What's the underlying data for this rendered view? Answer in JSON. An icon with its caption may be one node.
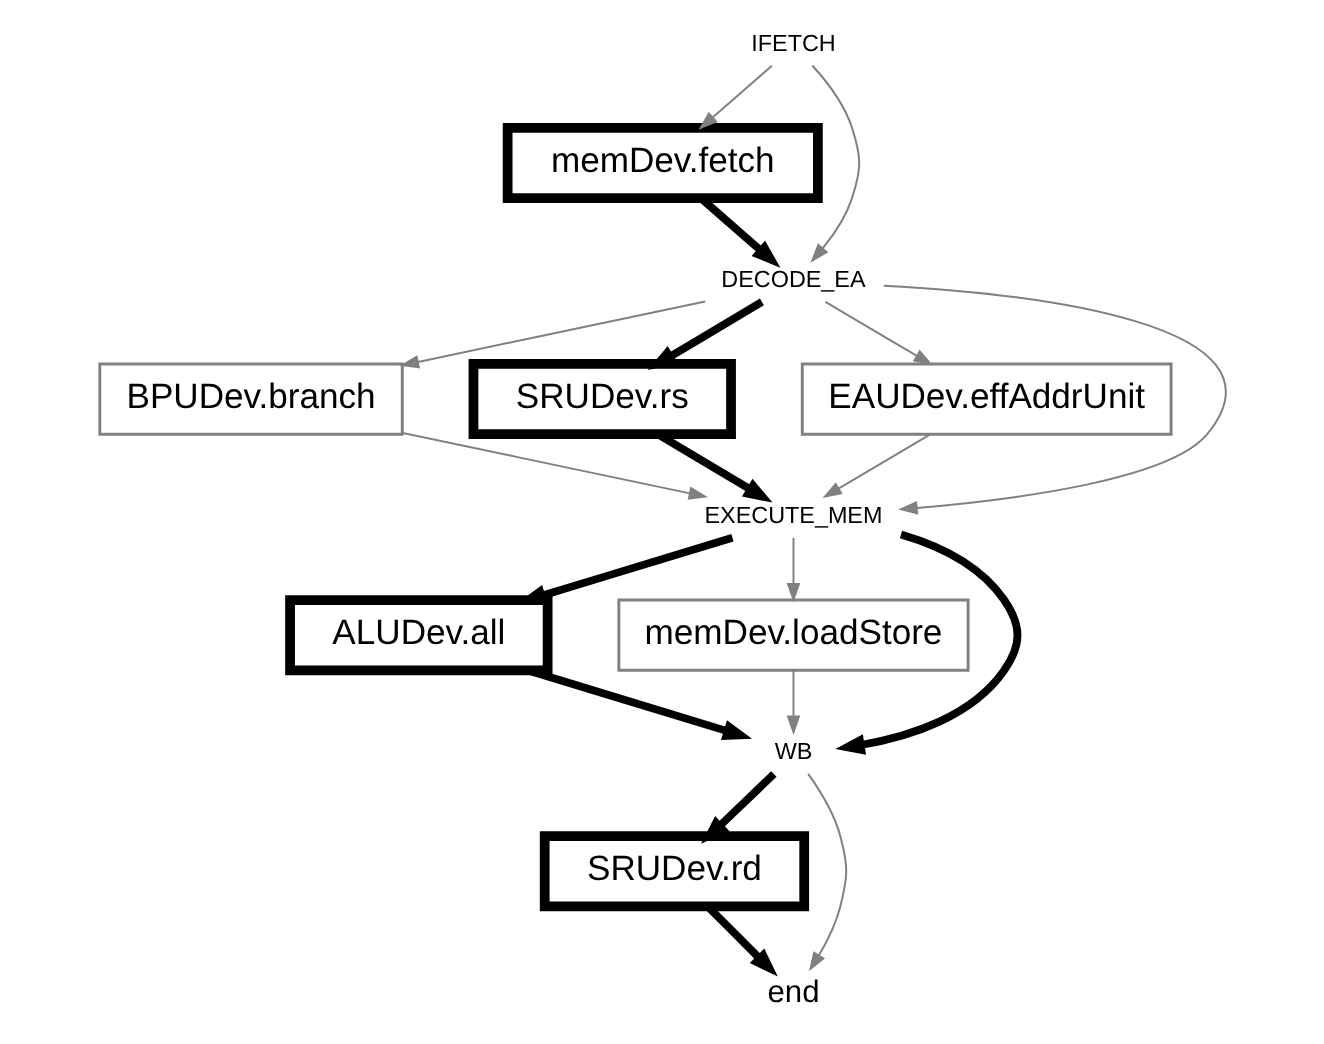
{
  "diagram": {
    "nodes": [
      {
        "text": [
          "IFETCH"
        ]
      },
      {
        "text": [
          "memDev.fetch"
        ]
      },
      {
        "text": [
          "DECODE_EA"
        ]
      },
      {
        "text": [
          "BPUDev.branch"
        ]
      },
      {
        "text": [
          "SRUDev.rs"
        ]
      },
      {
        "text": [
          "EAUDev.effAddrUnit"
        ]
      },
      {
        "text": [
          "EXECUTE_MEM"
        ]
      },
      {
        "text": [
          "ALUDev.all"
        ]
      },
      {
        "text": [
          "memDev.loadStore"
        ]
      },
      {
        "text": [
          "WB"
        ]
      },
      {
        "text": [
          "SRUDev.rd"
        ]
      },
      {
        "text": [
          "end"
        ]
      }
    ],
    "edges": [
      {
        "from": 0,
        "to": 1,
        "arrow": "to"
      },
      {
        "from": 0,
        "to": 2,
        "arrow": "to"
      },
      {
        "from": 1,
        "to": 2,
        "arrow": "to",
        "style": "thick",
        "color": "#000000"
      },
      {
        "from": 2,
        "to": 3,
        "arrow": "to"
      },
      {
        "from": 2,
        "to": 4,
        "arrow": "to",
        "style": "thick",
        "color": "#000000"
      },
      {
        "from": 2,
        "to": 5,
        "arrow": "to"
      },
      {
        "from": 2,
        "to": 6,
        "arrow": "to"
      },
      {
        "from": 3,
        "to": 6,
        "arrow": "to"
      },
      {
        "from": 4,
        "to": 6,
        "arrow": "to",
        "style": "thick",
        "color": "#000000"
      },
      {
        "from": 5,
        "to": 6,
        "arrow": "to"
      },
      {
        "from": 6,
        "to": 7,
        "arrow": "to",
        "style": "thick",
        "color": "#000000"
      },
      {
        "from": 6,
        "to": 8,
        "arrow": "to"
      },
      {
        "from": 6,
        "to": 9,
        "arrow": "to",
        "style": "thick",
        "color": "#000000"
      },
      {
        "from": 7,
        "to": 9,
        "arrow": "to",
        "style": "thick",
        "color": "#000000"
      },
      {
        "from": 8,
        "to": 9,
        "arrow": "to"
      },
      {
        "from": 9,
        "to": 10,
        "arrow": "to",
        "style": "thick",
        "color": "#000000"
      },
      {
        "from": 9,
        "to": 11,
        "arrow": "to"
      },
      {
        "from": 10,
        "to": 11,
        "arrow": "to",
        "style": "thick",
        "color": "#000000"
      }
    ]
  }
}
